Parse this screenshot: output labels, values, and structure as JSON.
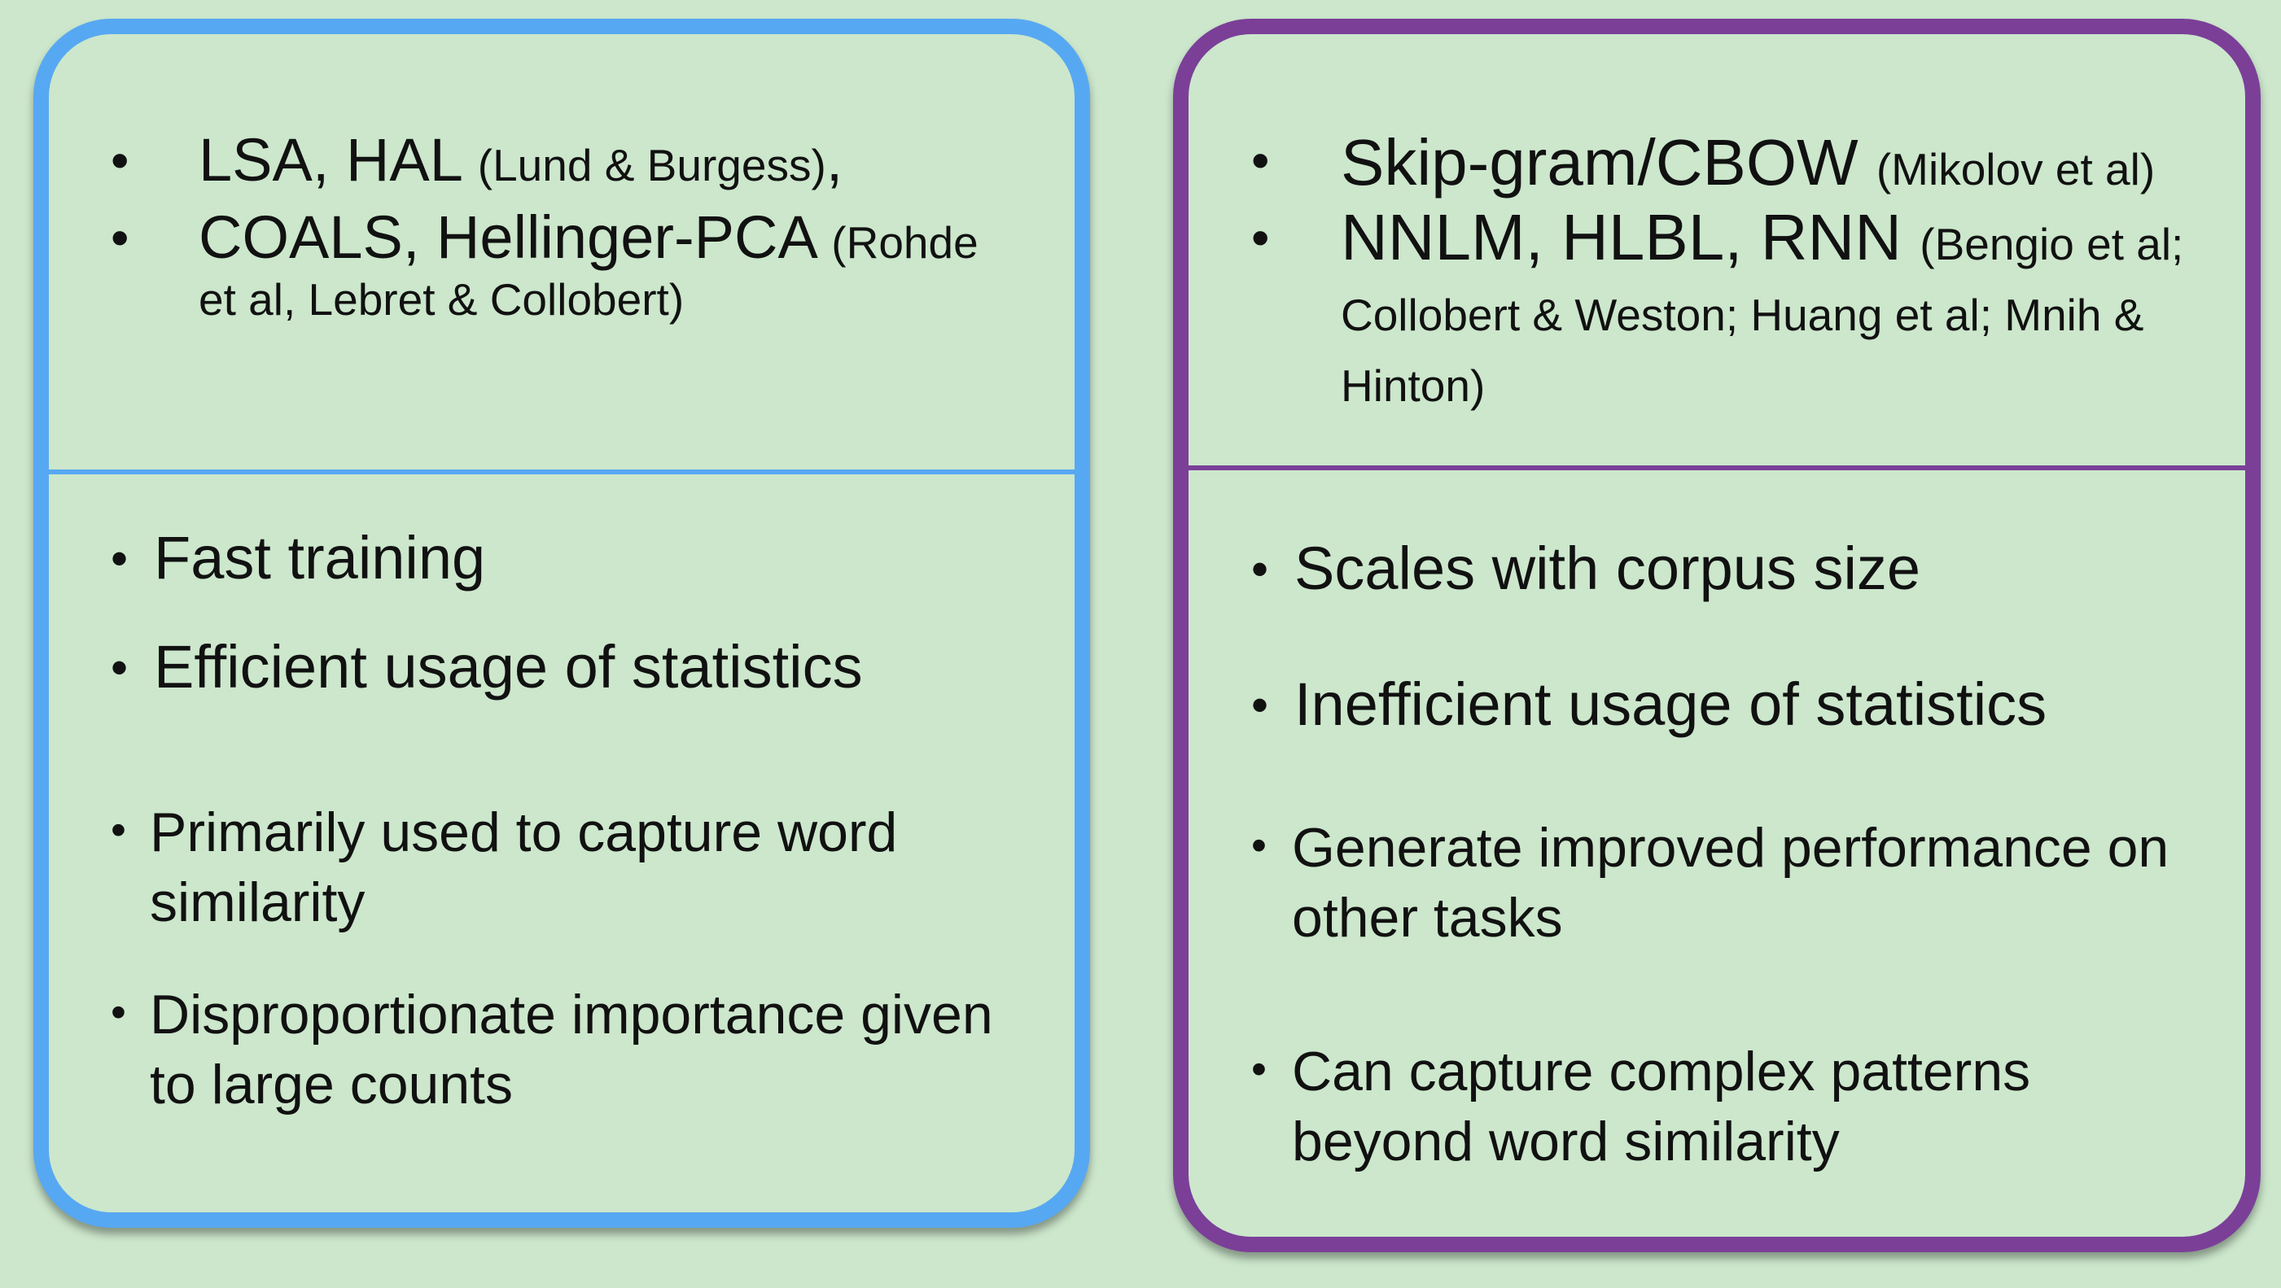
{
  "colors": {
    "background": "#cce7cc",
    "left_border": "#57a8f2",
    "right_border": "#7b3f98"
  },
  "bullet_glyph": "•",
  "left": {
    "methods": [
      {
        "main": "LSA, HAL ",
        "cite": "(Lund & Burgess)",
        "tail": ","
      },
      {
        "main": "COALS, Hellinger-PCA ",
        "cite": "(Rohde",
        "continuation": "et al, Lebret & Collobert)"
      }
    ],
    "properties": [
      "Fast training",
      "Efficient usage of statistics",
      "Primarily used to capture word similarity",
      "Disproportionate importance given to large counts"
    ]
  },
  "right": {
    "methods": [
      {
        "main": "Skip-gram/CBOW ",
        "cite": "(Mikolov et al)"
      },
      {
        "main": "NNLM, HLBL, RNN ",
        "cite": "(Bengio et al; Collobert & Weston; Huang et al; Mnih & Hinton)"
      }
    ],
    "properties": [
      "Scales with corpus size",
      "Inefficient usage of statistics",
      "Generate improved performance on other tasks",
      "Can capture complex patterns beyond word similarity"
    ]
  }
}
